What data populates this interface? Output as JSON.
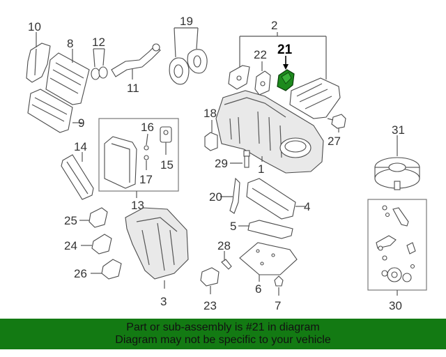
{
  "callouts": [
    "10",
    "8",
    "12",
    "11",
    "19",
    "2",
    "21",
    "22",
    "9",
    "18",
    "16",
    "15",
    "14",
    "17",
    "27",
    "29",
    "1",
    "31",
    "20",
    "4",
    "13",
    "25",
    "5",
    "24",
    "28",
    "26",
    "6",
    "3",
    "23",
    "7",
    "30"
  ],
  "highlighted_part": "21",
  "highlight_color": "#1d8a1d",
  "banner": {
    "background": "#137a13",
    "line1": "Part or sub-assembly is #21 in diagram",
    "line2": "Diagram may not be specific to your vehicle"
  }
}
